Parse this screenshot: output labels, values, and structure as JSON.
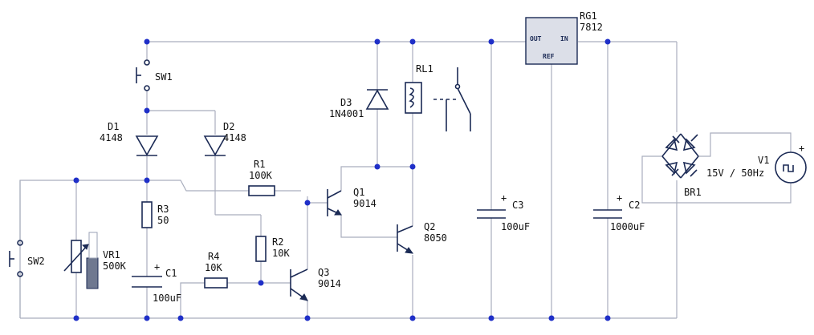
{
  "colors": {
    "wire": "#a9aebd",
    "symbol": "#1b2a55",
    "junction": "#1f2fc8"
  },
  "components": {
    "sw1": {
      "ref": "SW1"
    },
    "sw2": {
      "ref": "SW2"
    },
    "d1": {
      "ref": "D1",
      "value": "4148"
    },
    "d2": {
      "ref": "D2",
      "value": "4148"
    },
    "d3": {
      "ref": "D3",
      "value": "1N4001"
    },
    "r1": {
      "ref": "R1",
      "value": "100K"
    },
    "r2": {
      "ref": "R2",
      "value": "10K"
    },
    "r3": {
      "ref": "R3",
      "value": "50"
    },
    "r4": {
      "ref": "R4",
      "value": "10K"
    },
    "vr1": {
      "ref": "VR1",
      "value": "500K"
    },
    "c1": {
      "ref": "C1",
      "value": "100uF",
      "polarity": "+"
    },
    "c2": {
      "ref": "C2",
      "value": "1000uF",
      "polarity": "+"
    },
    "c3": {
      "ref": "C3",
      "value": "100uF",
      "polarity": "+"
    },
    "q1": {
      "ref": "Q1",
      "value": "9014"
    },
    "q2": {
      "ref": "Q2",
      "value": "8050"
    },
    "q3": {
      "ref": "Q3",
      "value": "9014"
    },
    "rl1": {
      "ref": "RL1"
    },
    "rg1": {
      "ref": "RG1",
      "value": "7812",
      "pin_out": "OUT",
      "pin_in": "IN",
      "pin_ref": "REF"
    },
    "br1": {
      "ref": "BR1"
    },
    "v1": {
      "ref": "V1",
      "value": "15V / 50Hz",
      "polarity": "+"
    }
  }
}
